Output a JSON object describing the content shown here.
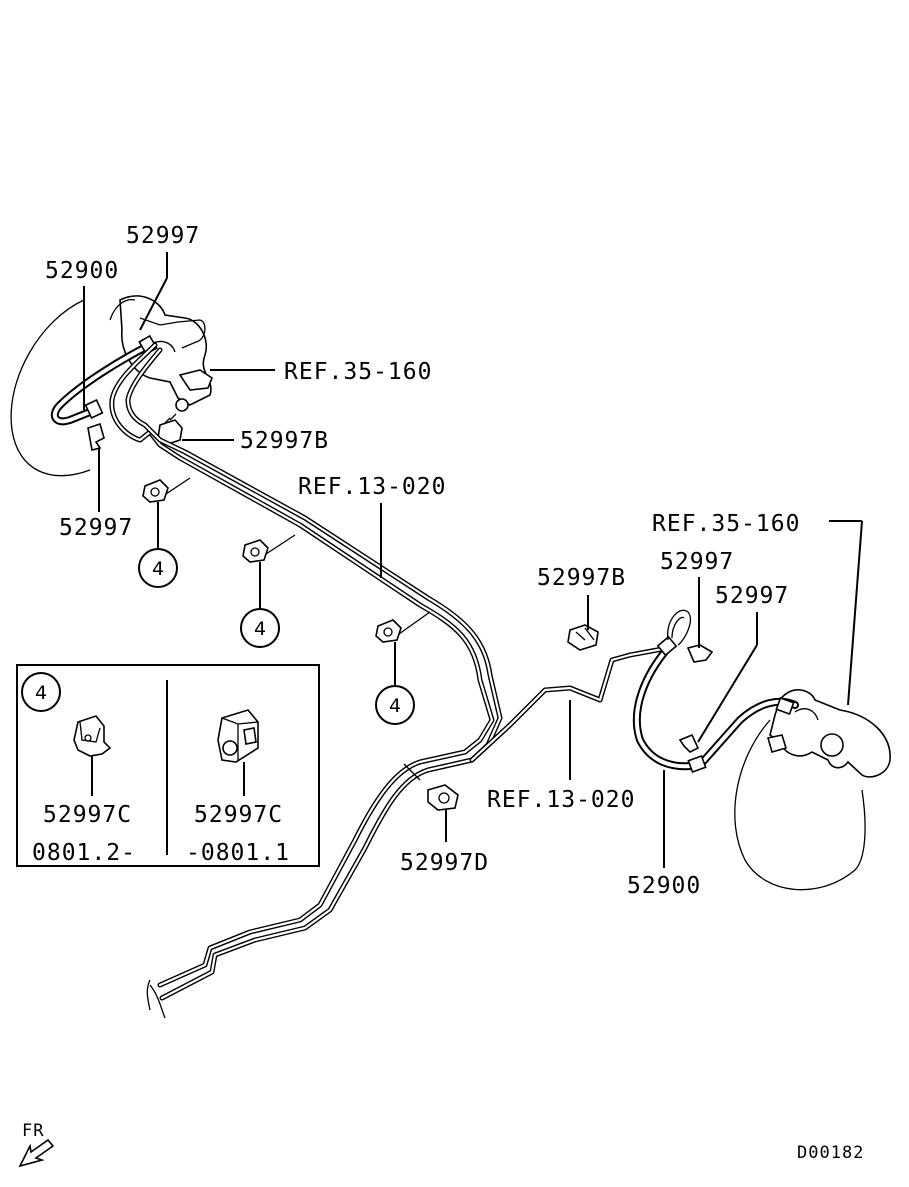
{
  "labels": {
    "part_52997_top": "52997",
    "part_52900_left": "52900",
    "ref_35_160_left": "REF.35-160",
    "part_52997B_left": "52997B",
    "part_52997_left": "52997",
    "ref_13_020_top": "REF.13-020",
    "ref_35_160_right": "REF.35-160",
    "part_52997_right1": "52997",
    "part_52997B_right": "52997B",
    "part_52997_right2": "52997",
    "ref_13_020_bottom": "REF.13-020",
    "part_52997D": "52997D",
    "part_52900_right": "52900"
  },
  "callouts": [
    "4",
    "4",
    "4"
  ],
  "inset": {
    "number": "4",
    "left_part": "52997C",
    "left_date": "0801.2-",
    "right_part": "52997C",
    "right_date": "-0801.1"
  },
  "footer": {
    "direction": "FR",
    "drawing_code": "D00182"
  }
}
